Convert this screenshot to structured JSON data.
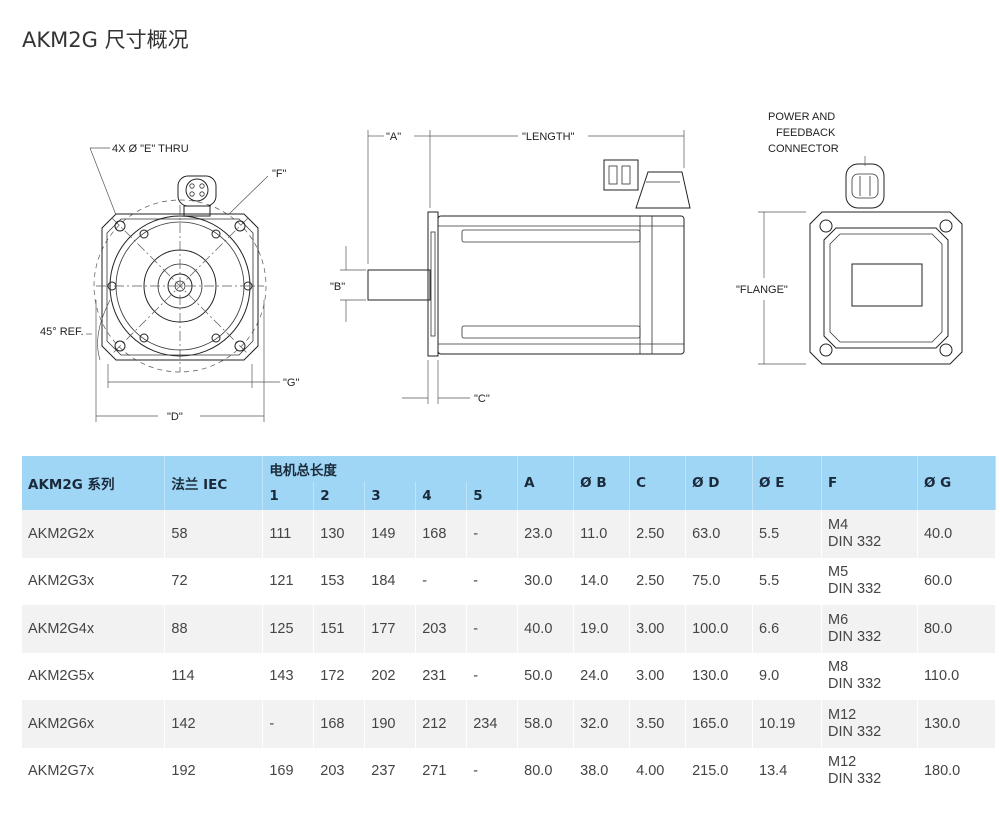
{
  "title": "AKM2G 尺寸概况",
  "drawing": {
    "labels": {
      "holes": "4X Ø \"E\" THRU",
      "f": "\"F\"",
      "ref45": "45° REF.",
      "g": "\"G\"",
      "d": "\"D\"",
      "a": "\"A\"",
      "length": "\"LENGTH\"",
      "b": "\"B\"",
      "c": "\"C\"",
      "connector_line1": "POWER AND",
      "connector_line2": "FEEDBACK",
      "connector_line3": "CONNECTOR",
      "flange": "\"FLANGE\""
    }
  },
  "table": {
    "headers": {
      "series": "AKM2G 系列",
      "flange_iec": "法兰 IEC",
      "total_length": "电机总长度",
      "len_cols": [
        "1",
        "2",
        "3",
        "4",
        "5"
      ],
      "a": "A",
      "b": "Ø B",
      "c": "C",
      "d": "Ø D",
      "e": "Ø E",
      "f": "F",
      "g": "Ø G"
    },
    "rows": [
      {
        "model": "AKM2G2x",
        "iec": "58",
        "l1": "111",
        "l2": "130",
        "l3": "149",
        "l4": "168",
        "l5": "-",
        "a": "23.0",
        "b": "11.0",
        "c": "2.50",
        "d": "63.0",
        "e": "5.5",
        "f1": "M4",
        "f2": "DIN 332",
        "g": "40.0"
      },
      {
        "model": "AKM2G3x",
        "iec": "72",
        "l1": "121",
        "l2": "153",
        "l3": "184",
        "l4": "-",
        "l5": "-",
        "a": "30.0",
        "b": "14.0",
        "c": "2.50",
        "d": "75.0",
        "e": "5.5",
        "f1": "M5",
        "f2": "DIN 332",
        "g": "60.0"
      },
      {
        "model": "AKM2G4x",
        "iec": "88",
        "l1": "125",
        "l2": "151",
        "l3": "177",
        "l4": "203",
        "l5": "-",
        "a": "40.0",
        "b": "19.0",
        "c": "3.00",
        "d": "100.0",
        "e": "6.6",
        "f1": "M6",
        "f2": "DIN 332",
        "g": "80.0"
      },
      {
        "model": "AKM2G5x",
        "iec": "114",
        "l1": "143",
        "l2": "172",
        "l3": "202",
        "l4": "231",
        "l5": "-",
        "a": "50.0",
        "b": "24.0",
        "c": "3.00",
        "d": "130.0",
        "e": "9.0",
        "f1": "M8",
        "f2": "DIN 332",
        "g": "110.0"
      },
      {
        "model": "AKM2G6x",
        "iec": "142",
        "l1": "-",
        "l2": "168",
        "l3": "190",
        "l4": "212",
        "l5": "234",
        "a": "58.0",
        "b": "32.0",
        "c": "3.50",
        "d": "165.0",
        "e": "10.19",
        "f1": "M12",
        "f2": "DIN 332",
        "g": "130.0"
      },
      {
        "model": "AKM2G7x",
        "iec": "192",
        "l1": "169",
        "l2": "203",
        "l3": "237",
        "l4": "271",
        "l5": "-",
        "a": "80.0",
        "b": "38.0",
        "c": "4.00",
        "d": "215.0",
        "e": "13.4",
        "f1": "M12",
        "f2": "DIN 332",
        "g": "180.0"
      }
    ]
  }
}
